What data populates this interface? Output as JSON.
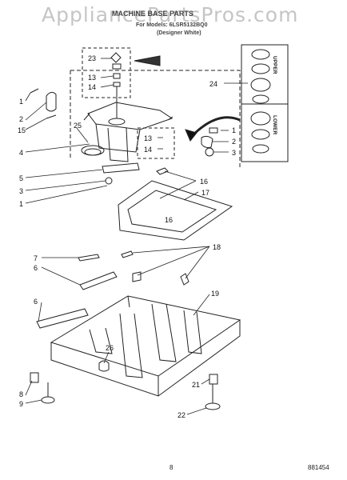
{
  "watermark": "AppliancePartsPros.com",
  "header": {
    "title": "MACHINE BASE PARTS",
    "for_models": "For Models: 6LSR5132BQ0",
    "color_code": "(Designer White)"
  },
  "inset_labels": {
    "upper": "UPPER",
    "lower": "LOWER"
  },
  "footer": {
    "page_number": "8",
    "ref_number": "881454"
  },
  "callouts": [
    "1",
    "2",
    "15",
    "4",
    "25",
    "5",
    "3",
    "1",
    "23",
    "13",
    "14",
    "13",
    "14",
    "1",
    "2",
    "3",
    "24",
    "16",
    "17",
    "16",
    "7",
    "6",
    "18",
    "6",
    "19",
    "26",
    "8",
    "9",
    "21",
    "22"
  ]
}
